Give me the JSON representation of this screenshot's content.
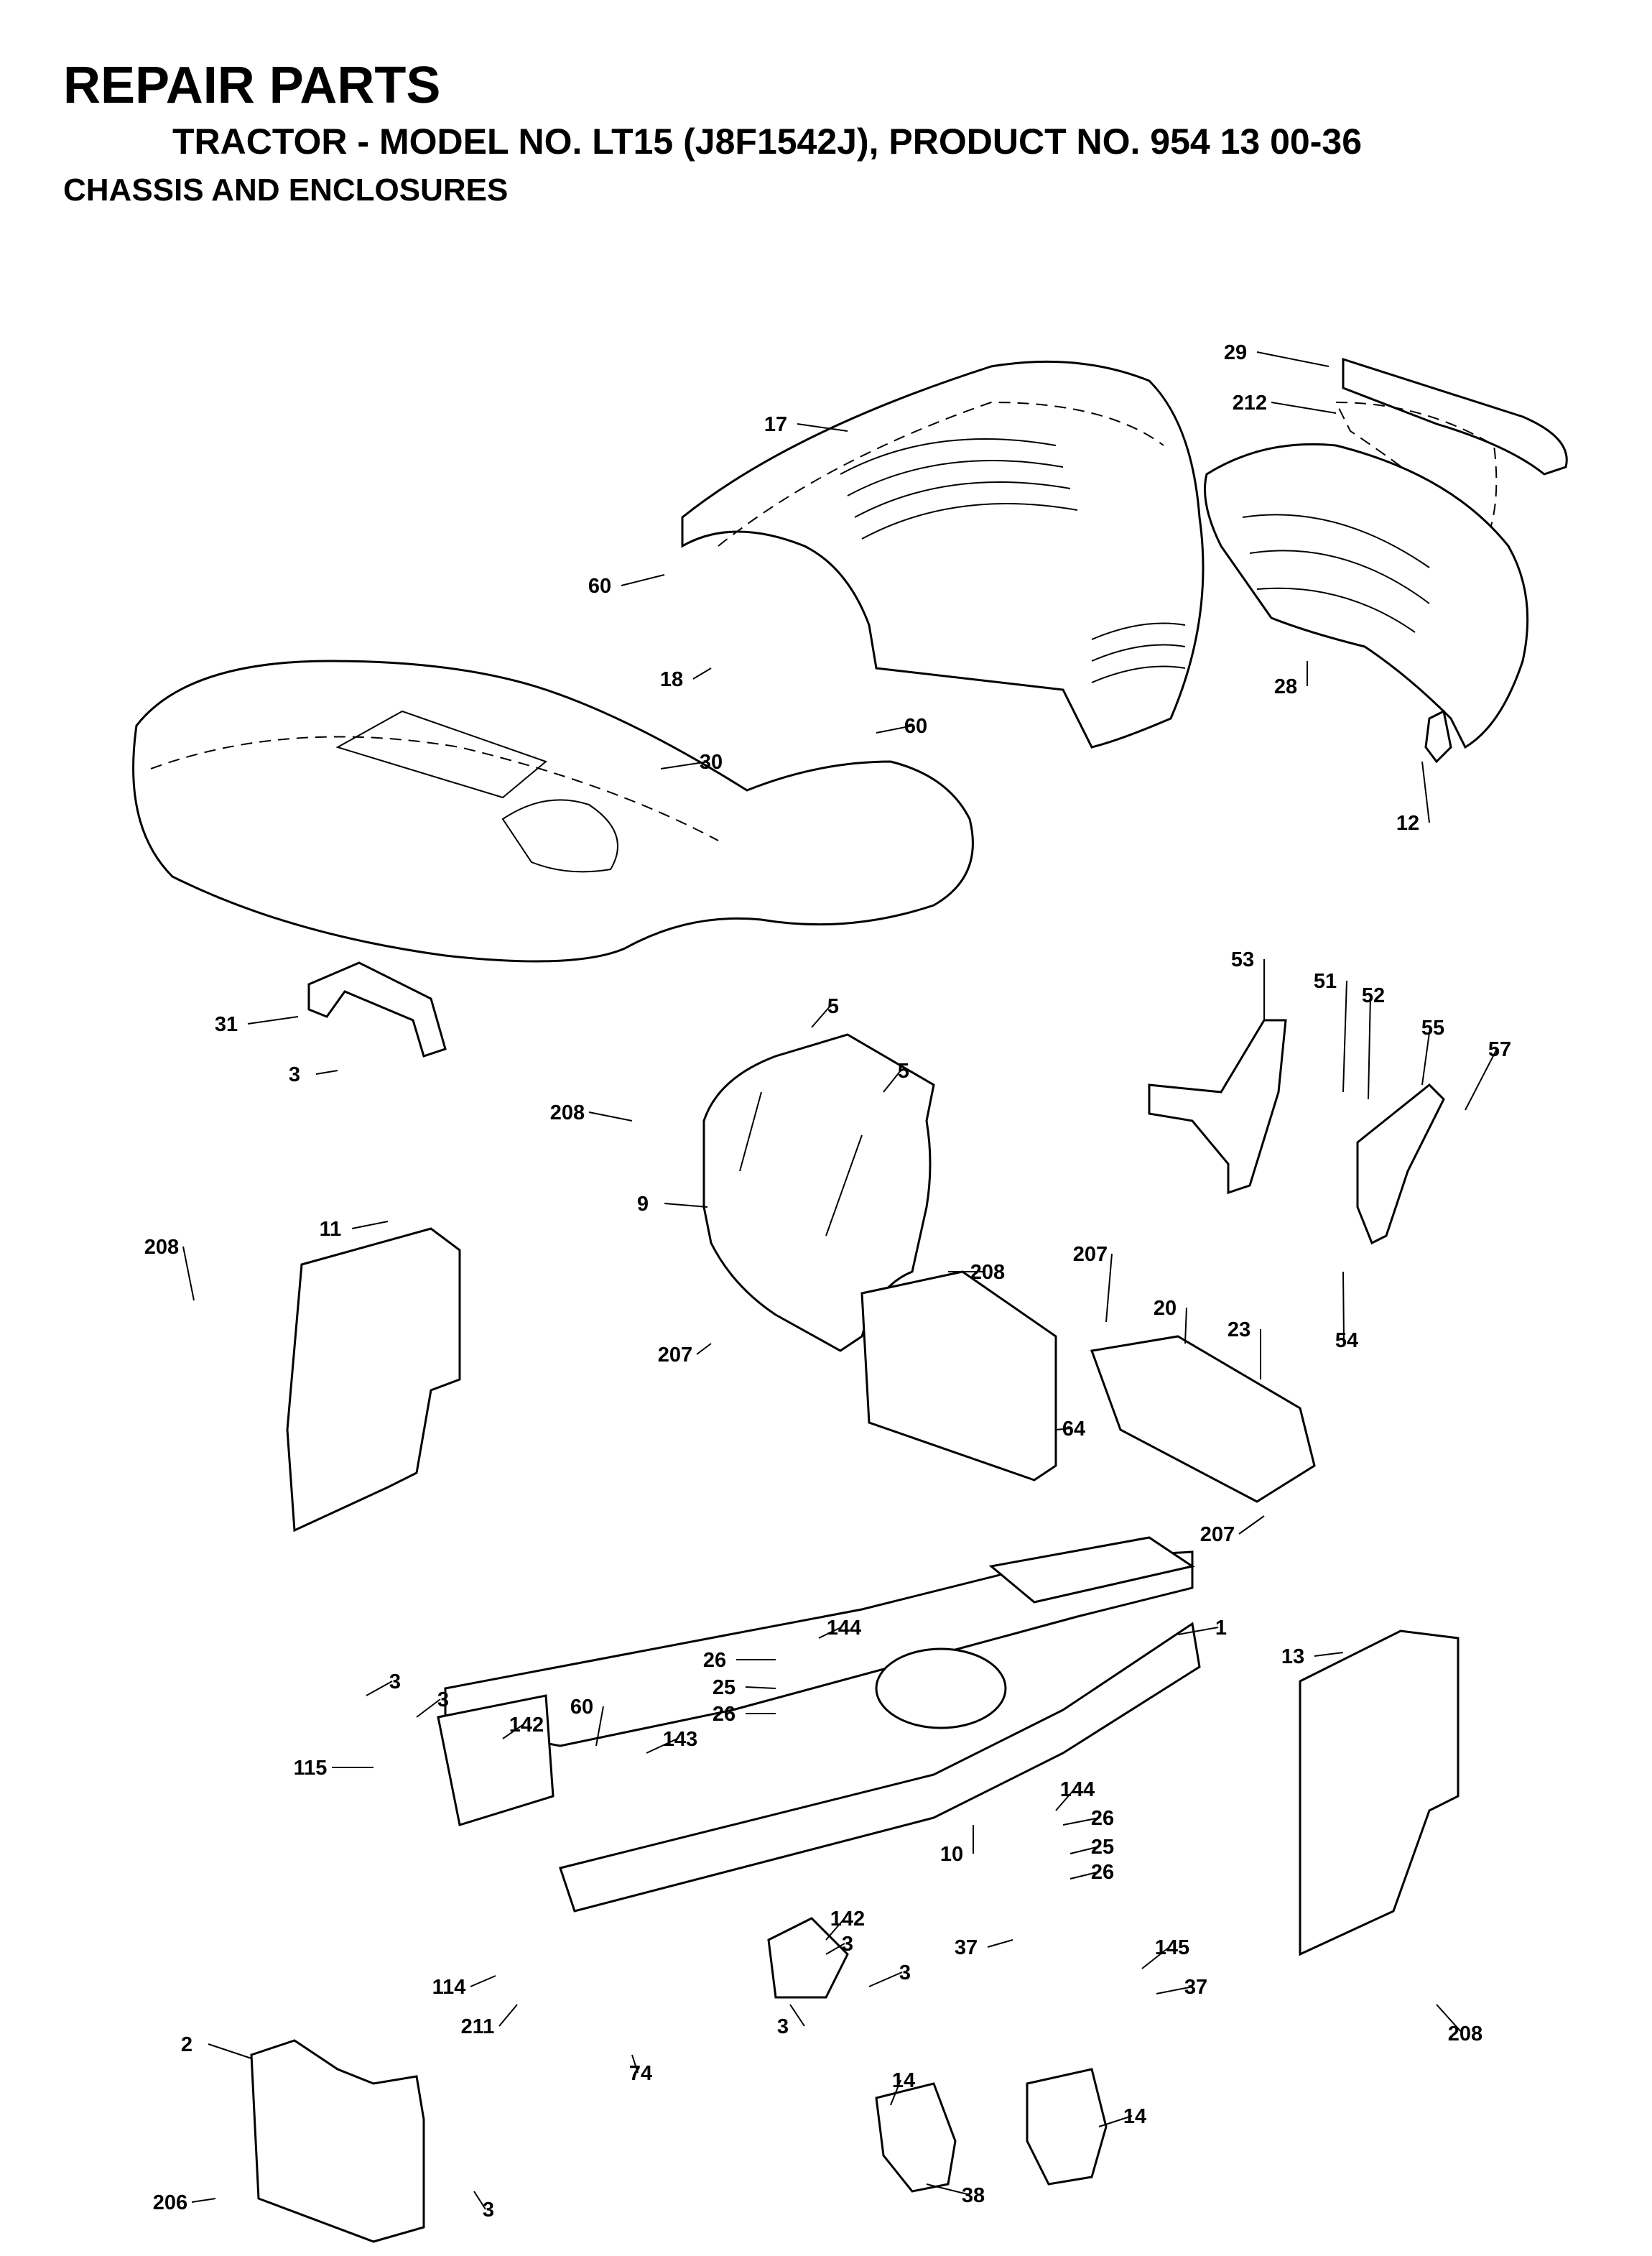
{
  "header": {
    "title": "REPAIR PARTS",
    "model_line": "TRACTOR - MODEL NO. LT15 (J8F1542J), PRODUCT NO. 954 13 00-36",
    "section": "CHASSIS AND ENCLOSURES"
  },
  "callouts": [
    {
      "label": "29"
    },
    {
      "label": "212"
    },
    {
      "label": "17"
    },
    {
      "label": "60"
    },
    {
      "label": "18"
    },
    {
      "label": "28"
    },
    {
      "label": "60"
    },
    {
      "label": "30"
    },
    {
      "label": "12"
    },
    {
      "label": "31"
    },
    {
      "label": "3"
    },
    {
      "label": "53"
    },
    {
      "label": "51"
    },
    {
      "label": "52"
    },
    {
      "label": "55"
    },
    {
      "label": "57"
    },
    {
      "label": "5"
    },
    {
      "label": "5"
    },
    {
      "label": "208"
    },
    {
      "label": "9"
    },
    {
      "label": "208"
    },
    {
      "label": "11"
    },
    {
      "label": "208"
    },
    {
      "label": "207"
    },
    {
      "label": "207"
    },
    {
      "label": "20"
    },
    {
      "label": "23"
    },
    {
      "label": "54"
    },
    {
      "label": "64"
    },
    {
      "label": "207"
    },
    {
      "label": "144"
    },
    {
      "label": "26"
    },
    {
      "label": "25"
    },
    {
      "label": "26"
    },
    {
      "label": "1"
    },
    {
      "label": "13"
    },
    {
      "label": "3"
    },
    {
      "label": "3"
    },
    {
      "label": "60"
    },
    {
      "label": "142"
    },
    {
      "label": "143"
    },
    {
      "label": "115"
    },
    {
      "label": "144"
    },
    {
      "label": "26"
    },
    {
      "label": "25"
    },
    {
      "label": "26"
    },
    {
      "label": "10"
    },
    {
      "label": "142"
    },
    {
      "label": "3"
    },
    {
      "label": "3"
    },
    {
      "label": "3"
    },
    {
      "label": "37"
    },
    {
      "label": "145"
    },
    {
      "label": "37"
    },
    {
      "label": "114"
    },
    {
      "label": "211"
    },
    {
      "label": "74"
    },
    {
      "label": "208"
    },
    {
      "label": "2"
    },
    {
      "label": "14"
    },
    {
      "label": "14"
    },
    {
      "label": "38"
    },
    {
      "label": "206"
    },
    {
      "label": "3"
    }
  ]
}
